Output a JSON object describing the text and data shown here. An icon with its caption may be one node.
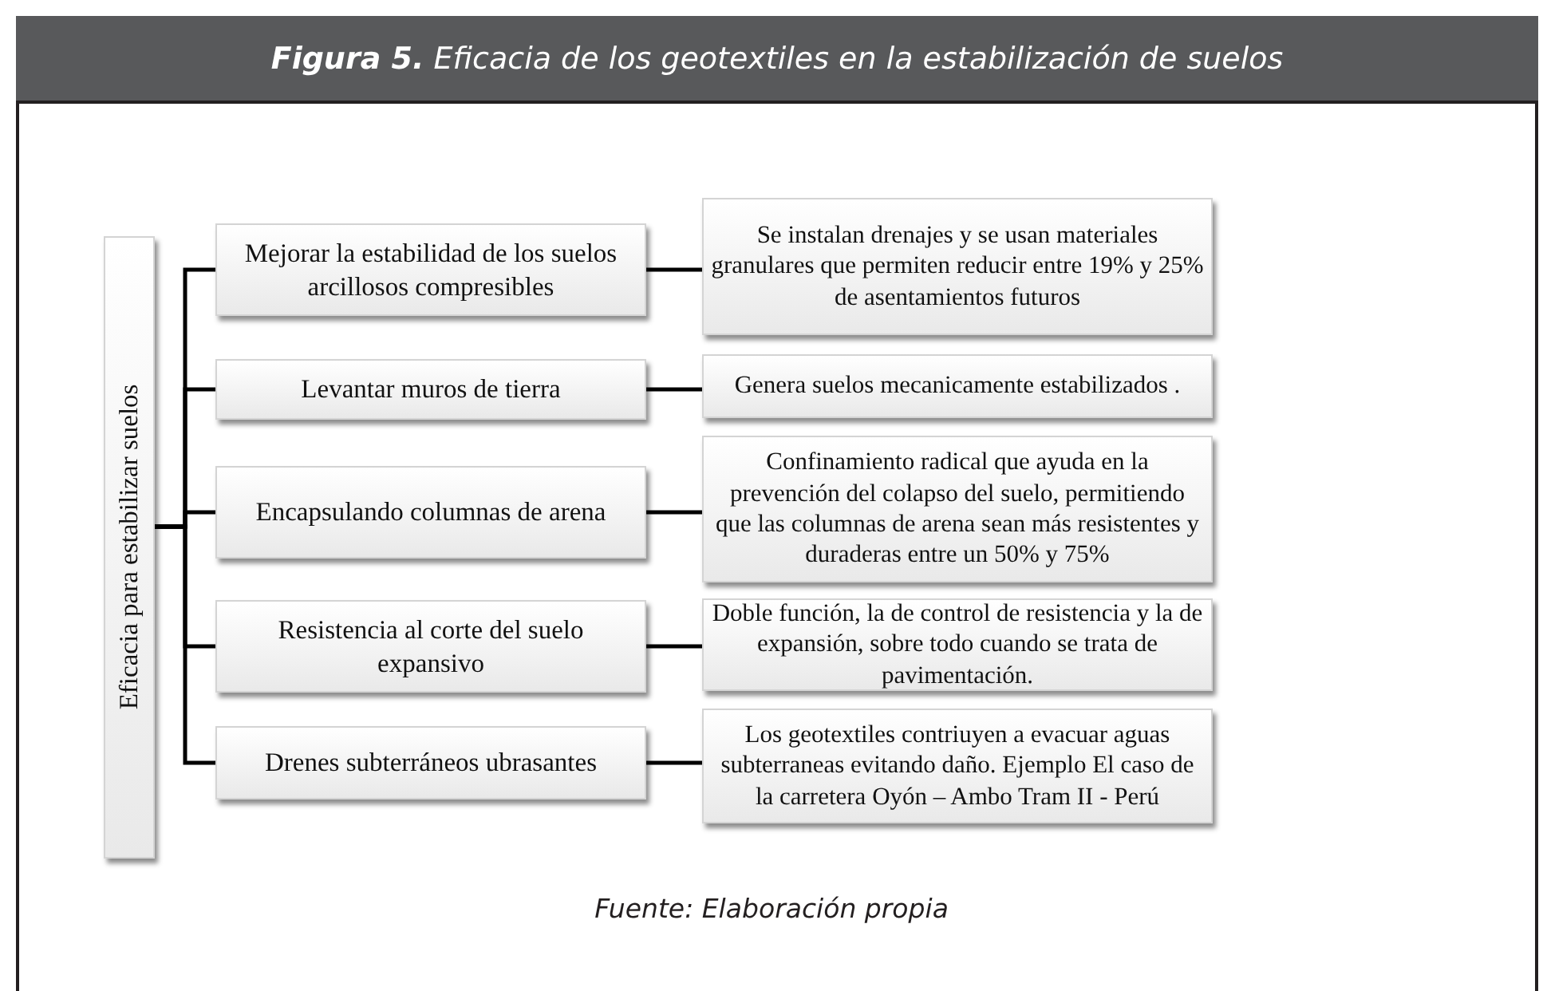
{
  "diagram": {
    "title": "**Figura 5.** Eficacia de los geotextiles en la estabilización de suelos",
    "caption": "Fuente: Elaboración propia",
    "nodes": [
      {
        "text": [
          "Eficacia para estabilizar suelos"
        ]
      },
      {
        "text": [
          "Mejorar la estabilidad de los suelos arcillosos compresibles"
        ]
      },
      {
        "text": [
          "Levantar muros de tierra"
        ]
      },
      {
        "text": [
          "Encapsulando columnas de arena"
        ]
      },
      {
        "text": [
          "Resistencia al corte del suelo expansivo"
        ]
      },
      {
        "text": [
          "Drenes subterráneos  ubrasantes"
        ]
      },
      {
        "text": [
          "Se instalan drenajes y se usan materiales granulares que permiten reducir entre 19% y 25% de asentamientos futuros"
        ]
      },
      {
        "text": [
          "Genera suelos mecanicamente estabilizados ."
        ]
      },
      {
        "text": [
          "Confinamiento radical que ayuda en la prevención del colapso del suelo, permitiendo que las columnas de arena sean más resistentes y duraderas entre un 50% y 75%"
        ]
      },
      {
        "text": [
          "Doble función, la de control de resistencia y la de expansión, sobre todo cuando se trata de pavimentación."
        ]
      },
      {
        "text": [
          "Los geotextiles contriuyen a evacuar aguas subterraneas evitando daño.  Ejemplo El caso de la carretera Oyón – Ambo Tram II - Perú"
        ]
      }
    ],
    "edges": [
      {
        "from": 0,
        "to": 1,
        "arrow": "none"
      },
      {
        "from": 0,
        "to": 2,
        "arrow": "none"
      },
      {
        "from": 0,
        "to": 3,
        "arrow": "none"
      },
      {
        "from": 0,
        "to": 4,
        "arrow": "none"
      },
      {
        "from": 0,
        "to": 5,
        "arrow": "none"
      },
      {
        "from": 1,
        "to": 6,
        "arrow": "none"
      },
      {
        "from": 2,
        "to": 7,
        "arrow": "none"
      },
      {
        "from": 3,
        "to": 8,
        "arrow": "none"
      },
      {
        "from": 4,
        "to": 9,
        "arrow": "none"
      },
      {
        "from": 5,
        "to": 10,
        "arrow": "none"
      }
    ]
  }
}
